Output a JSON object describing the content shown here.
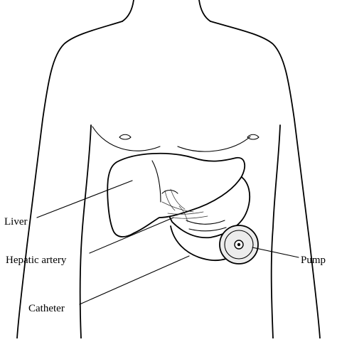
{
  "labels": {
    "liver": "Liver",
    "hepatic_artery": "Hepatic artery",
    "catheter": "Catheter",
    "pump": "Pump"
  },
  "colors": {
    "line": "#000000",
    "background": "#ffffff",
    "pump_fill": "#ececec"
  }
}
